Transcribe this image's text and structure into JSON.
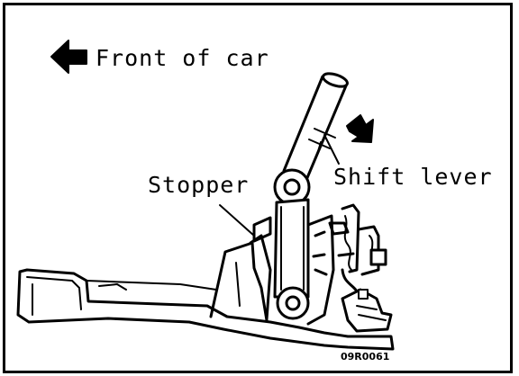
{
  "labels": {
    "front": "Front of car",
    "shift_lever": "Shift lever",
    "stopper": "Stopper",
    "figure_code": "09R0061"
  },
  "icons": {
    "front_arrow": "arrow-left-icon",
    "motion_arrow": "arrow-down-right-icon"
  },
  "colors": {
    "ink": "#000000",
    "paper": "#ffffff"
  }
}
